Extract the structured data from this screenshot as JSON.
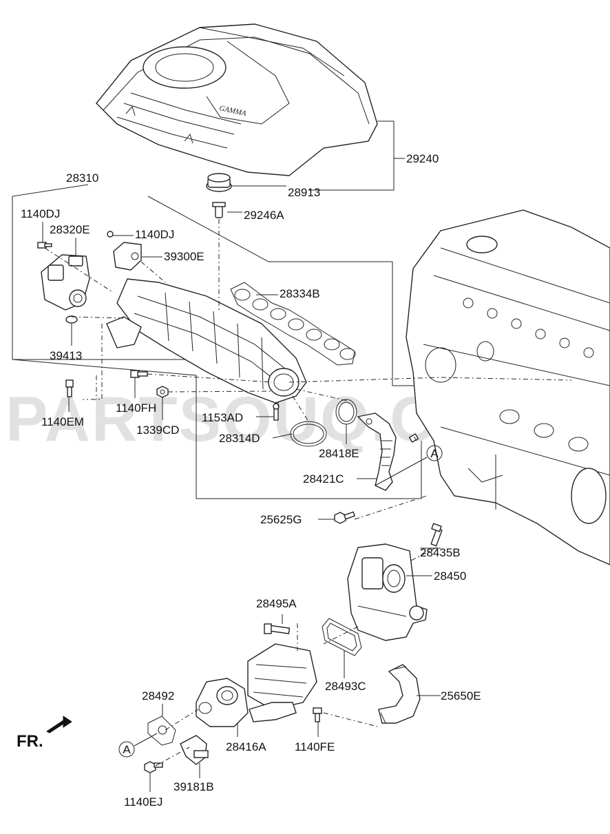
{
  "watermark": "PARTSOUQ.COM",
  "front_marker": {
    "text": "FR."
  },
  "callout_letter": "A",
  "labels": {
    "p29240": "29240",
    "p28913": "28913",
    "p28310": "28310",
    "p29246A": "29246A",
    "p1140DJ_a": "1140DJ",
    "p28320E": "28320E",
    "p1140DJ_b": "1140DJ",
    "p39300E": "39300E",
    "p28334B": "28334B",
    "p39413": "39413",
    "p1140EM": "1140EM",
    "p1140FH": "1140FH",
    "p1339CD": "1339CD",
    "p1153AD": "1153AD",
    "p28314D": "28314D",
    "p28418E": "28418E",
    "p28421C": "28421C",
    "p25625G": "25625G",
    "p28435B": "28435B",
    "p28450": "28450",
    "p28495A": "28495A",
    "p28493C": "28493C",
    "p25650E": "25650E",
    "p28492": "28492",
    "p28416A": "28416A",
    "p1140FE": "1140FE",
    "p39181B": "39181B",
    "p1140EJ": "1140EJ"
  }
}
